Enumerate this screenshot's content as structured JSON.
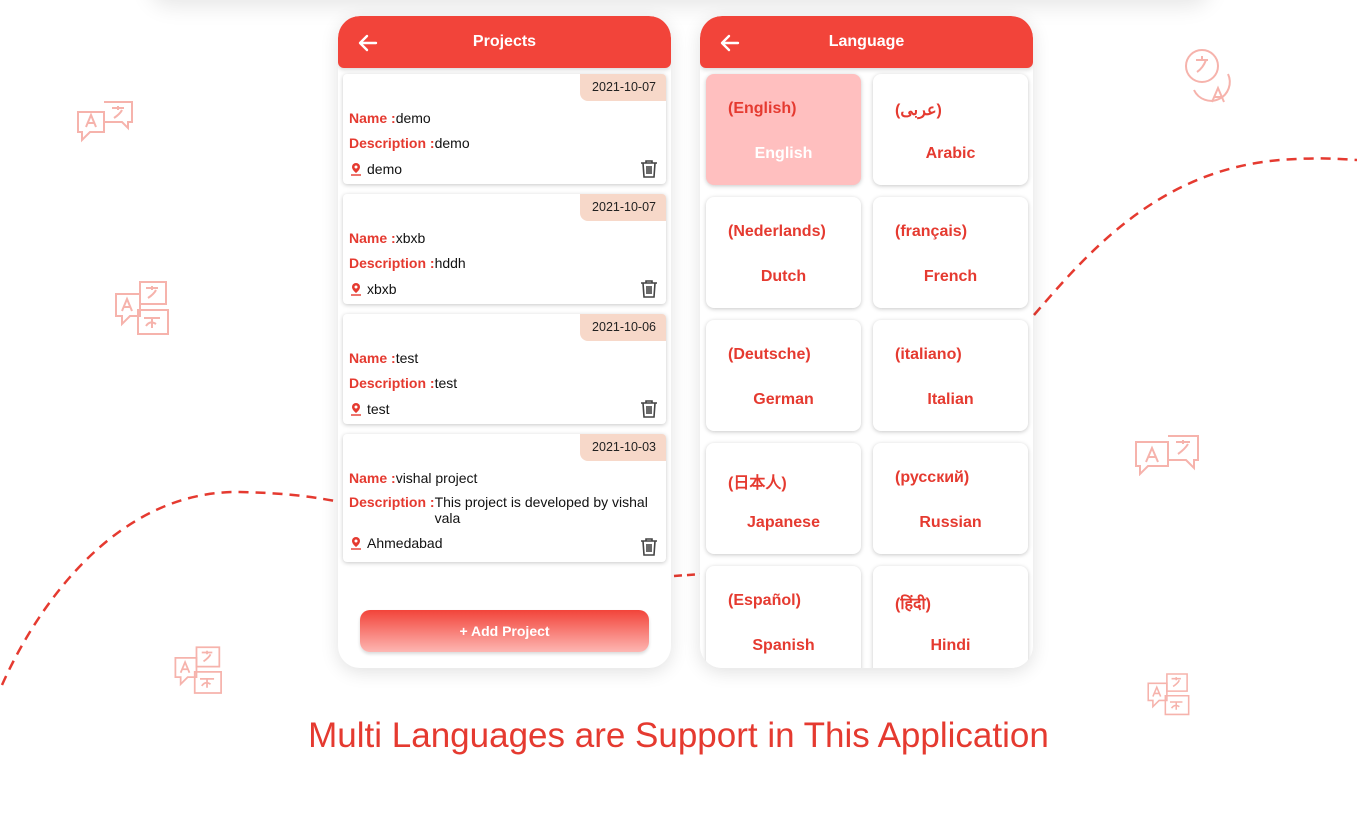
{
  "colors": {
    "accent": "#f2443a",
    "date_badge": "#f7d8c9",
    "selected_tile": "#ffbfbf"
  },
  "projects_screen": {
    "title": "Projects",
    "back_icon": "arrow-left-icon",
    "name_label": "Name :",
    "description_label": "Description :",
    "projects": [
      {
        "date": "2021-10-07",
        "name": "demo",
        "description": "demo",
        "location": "demo"
      },
      {
        "date": "2021-10-07",
        "name": "xbxb",
        "description": "hddh",
        "location": "xbxb"
      },
      {
        "date": "2021-10-06",
        "name": "test",
        "description": "test",
        "location": "test"
      },
      {
        "date": "2021-10-03",
        "name": "vishal project",
        "description": "This project is developed by vishal vala",
        "location": "Ahmedabad"
      }
    ],
    "add_button_label": "+ Add Project"
  },
  "language_screen": {
    "title": "Language",
    "back_icon": "arrow-left-icon",
    "languages": [
      {
        "native": "(English)",
        "english": "English",
        "selected": true
      },
      {
        "native": "(عربى)",
        "english": "Arabic",
        "selected": false
      },
      {
        "native": "(Nederlands)",
        "english": "Dutch",
        "selected": false
      },
      {
        "native": "(français)",
        "english": "French",
        "selected": false
      },
      {
        "native": "(Deutsche)",
        "english": "German",
        "selected": false
      },
      {
        "native": "(italiano)",
        "english": "Italian",
        "selected": false
      },
      {
        "native": "(日本人)",
        "english": "Japanese",
        "selected": false
      },
      {
        "native": "(русский)",
        "english": "Russian",
        "selected": false
      },
      {
        "native": "(Español)",
        "english": "Spanish",
        "selected": false
      },
      {
        "native": "(हिंदी)",
        "english": "Hindi",
        "selected": false
      }
    ]
  },
  "caption": "Multi Languages are Support in This Application"
}
